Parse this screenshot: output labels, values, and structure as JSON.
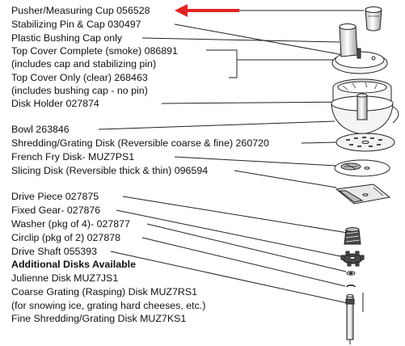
{
  "labels": {
    "pusher": "Pusher/Measuring Cup  056528",
    "stabilizing_pin": "Stabilizing Pin & Cap  030497",
    "bushing_cap": "Plastic Bushing Cap only",
    "top_cover_complete": "Top Cover Complete (smoke)    086891",
    "top_cover_complete_note": "(includes cap and stabilizing pin)",
    "top_cover_only": "Top Cover Only (clear)          268463",
    "top_cover_only_note": "(includes bushing cap - no pin)",
    "disk_holder": "Disk Holder        027874",
    "bowl": "Bowl    263846",
    "shredding_disk": "Shredding/Grating Disk (Reversible coarse & fine)  260720",
    "french_fry_disk": "French Fry Disk-  MUZ7PS1",
    "slicing_disk": "Slicing Disk (Reversible thick & thin)  096594",
    "drive_piece": "Drive Piece    027875",
    "fixed_gear": "Fixed Gear-   027876",
    "washer": "Washer (pkg of 4)-  027877",
    "circlip": "Circlip (pkg of 2)    027878",
    "drive_shaft": "Drive Shaft       055393",
    "additional_heading": "Additional Disks Available",
    "julienne_disk": "Julienne Disk    MUZ7JS1",
    "coarse_grating_disk": "Coarse Grating (Rasping) Disk   MUZ7RS1",
    "coarse_grating_note": "(for snowing ice, grating hard cheeses, etc.)",
    "fine_shredding_disk": "Fine Shredding/Grating Disk   MUZ7KS1"
  },
  "colors": {
    "text": "#111111",
    "line": "#222222",
    "arrow": "#e32222",
    "shade": "#bdbdbd",
    "light": "#e6e6e6",
    "dark": "#4a4a4a"
  }
}
